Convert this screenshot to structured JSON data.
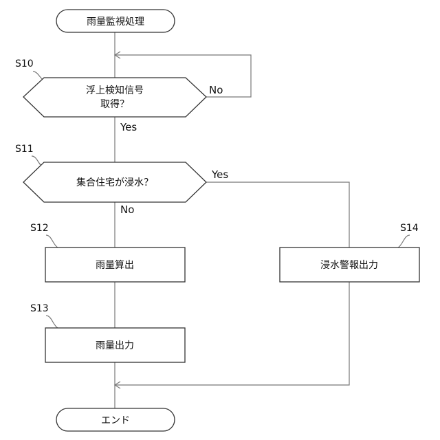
{
  "nodes": {
    "start": "雨量監視処理",
    "s10_line1": "浮上検知信号",
    "s10_line2": "取得？",
    "s11": "集合住宅が浸水？",
    "s12": "雨量算出",
    "s13": "雨量出力",
    "s14": "浸水警報出力",
    "end": "エンド"
  },
  "steps": {
    "s10": "S10",
    "s11": "S11",
    "s12": "S12",
    "s13": "S13",
    "s14": "S14"
  },
  "branches": {
    "s10_no": "No",
    "s10_yes": "Yes",
    "s11_yes": "Yes",
    "s11_no": "No"
  }
}
